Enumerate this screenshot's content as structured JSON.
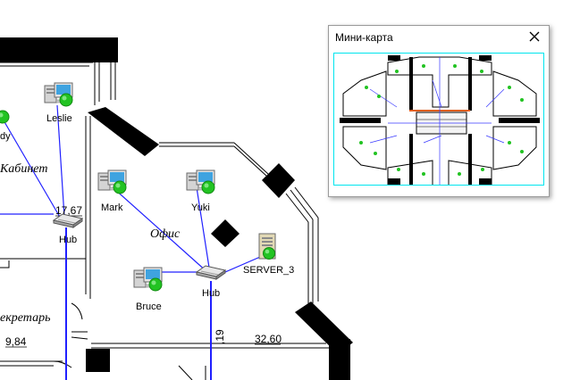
{
  "floorplan": {
    "rooms": {
      "cabinet": "Кабинет",
      "office": "Офис",
      "secretary": "екретарь"
    },
    "dimensions": {
      "area_1": "17,67",
      "area_2": "9,84",
      "area_3": "32,60",
      "vertical_dim": ",19"
    },
    "devices": {
      "leslie": "Leslie",
      "partial_left": "dy",
      "mark": "Mark",
      "yuki": "Yuki",
      "bruce": "Bruce",
      "server": "SERVER_3",
      "hub_left": "Hub",
      "hub_center": "Hub"
    },
    "colors": {
      "link": "#2020ff",
      "status_ok": "#22c322"
    }
  },
  "minimap": {
    "title": "Мини-карта",
    "close_icon": "close-icon",
    "viewport_color": "#00e5ee"
  }
}
